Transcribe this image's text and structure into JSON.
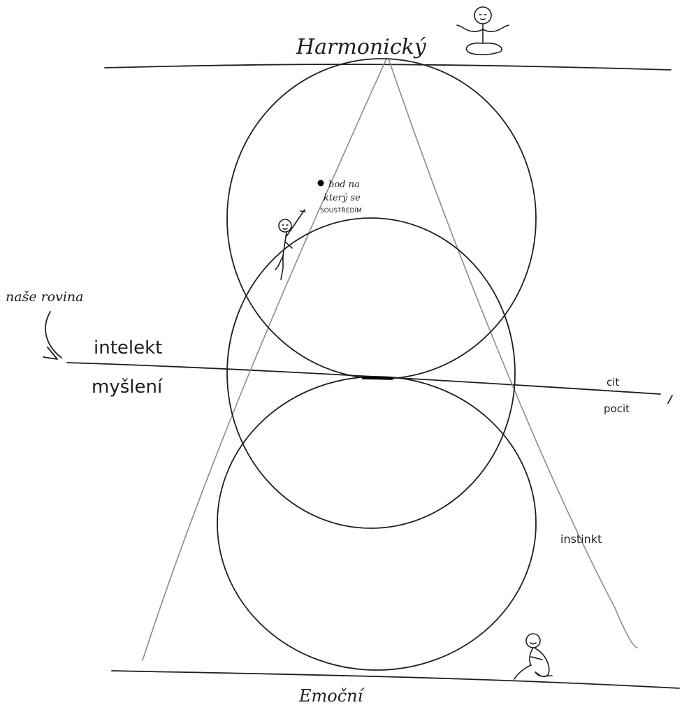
{
  "labels": {
    "top": "Harmonický",
    "bottom": "Emoční",
    "plane_note": "naše rovina",
    "intellect": "intelekt",
    "thinking": "myšlení",
    "feeling": "cit",
    "sense": "pocit",
    "instinct": "instinkt",
    "focus_point_line1": "bod na",
    "focus_point_line2": "který se",
    "focus_point_line3": "SOUSTŘEDÍM"
  },
  "figures": {
    "meditating": "meditating-figure-icon",
    "climbing": "climbing-figure-icon",
    "sitting": "sitting-figure-icon"
  },
  "colors": {
    "ink": "#1e1e1e",
    "pencil": "#8c8c8c"
  }
}
